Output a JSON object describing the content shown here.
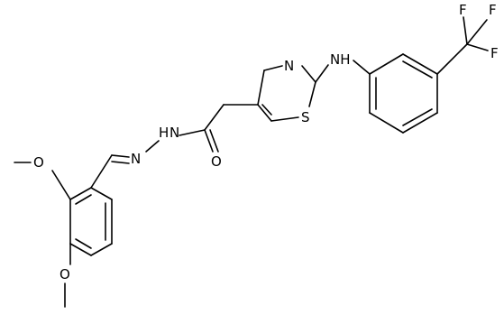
{
  "molecule": {
    "atom_labels": {
      "o_methoxy_top": "O",
      "o_methoxy_bottom": "O",
      "n_imine": "N",
      "nh_hydrazide": "N",
      "h_hydrazide": "H",
      "o_carbonyl": "O",
      "n_thiazole": "N",
      "s_thiazole": "S",
      "nh_amine": "NH",
      "f_top_left": "F",
      "f_top_right": "F",
      "f_right": "F"
    },
    "colors": {
      "bond": "#000000",
      "label": "#000000",
      "background": "#ffffff"
    }
  }
}
